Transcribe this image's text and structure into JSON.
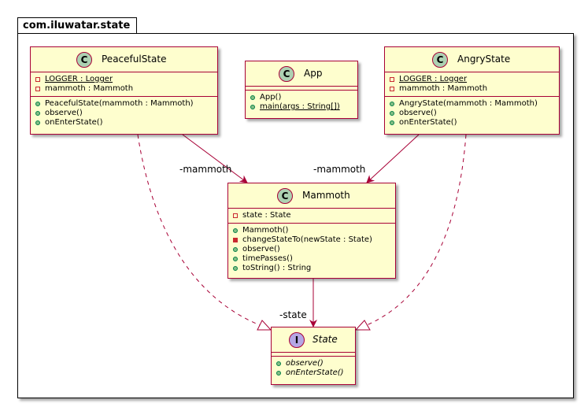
{
  "package": {
    "name": "com.iluwatar.state"
  },
  "classes": {
    "peaceful": {
      "badge": "C",
      "name": "PeacefulState",
      "fields": [
        {
          "vis": "private",
          "text": "LOGGER : Logger",
          "static": true
        },
        {
          "vis": "private",
          "text": "mammoth : Mammoth",
          "static": false
        }
      ],
      "methods": [
        {
          "vis": "public",
          "text": "PeacefulState(mammoth : Mammoth)"
        },
        {
          "vis": "public",
          "text": "observe()"
        },
        {
          "vis": "public",
          "text": "onEnterState()"
        }
      ]
    },
    "app": {
      "badge": "C",
      "name": "App",
      "methods": [
        {
          "vis": "public",
          "text": "App()",
          "static": false
        },
        {
          "vis": "public",
          "text": "main(args : String[])",
          "static": true
        }
      ]
    },
    "angry": {
      "badge": "C",
      "name": "AngryState",
      "fields": [
        {
          "vis": "private",
          "text": "LOGGER : Logger",
          "static": true
        },
        {
          "vis": "private",
          "text": "mammoth : Mammoth",
          "static": false
        }
      ],
      "methods": [
        {
          "vis": "public",
          "text": "AngryState(mammoth : Mammoth)"
        },
        {
          "vis": "public",
          "text": "observe()"
        },
        {
          "vis": "public",
          "text": "onEnterState()"
        }
      ]
    },
    "mammoth": {
      "badge": "C",
      "name": "Mammoth",
      "fields": [
        {
          "vis": "private",
          "text": "state : State"
        }
      ],
      "methods": [
        {
          "vis": "public",
          "text": "Mammoth()"
        },
        {
          "vis": "private",
          "text": "changeStateTo(newState : State)"
        },
        {
          "vis": "public",
          "text": "observe()"
        },
        {
          "vis": "public",
          "text": "timePasses()"
        },
        {
          "vis": "public",
          "text": "toString() : String"
        }
      ]
    },
    "state": {
      "badge": "I",
      "name": "State",
      "methods": [
        {
          "vis": "public",
          "text": "observe()"
        },
        {
          "vis": "public",
          "text": "onEnterState()"
        }
      ]
    }
  },
  "edges": {
    "peaceful_to_mammoth": {
      "label": "-mammoth"
    },
    "angry_to_mammoth": {
      "label": "-mammoth"
    },
    "mammoth_to_state": {
      "label": "-state"
    }
  },
  "colors": {
    "class_fill": "#FEFECE",
    "class_border": "#A80036",
    "class_badge": "#ADD1B2",
    "interface_badge": "#B4A7E5",
    "private_marker": "#C82930",
    "public_marker": "#84BE84"
  }
}
